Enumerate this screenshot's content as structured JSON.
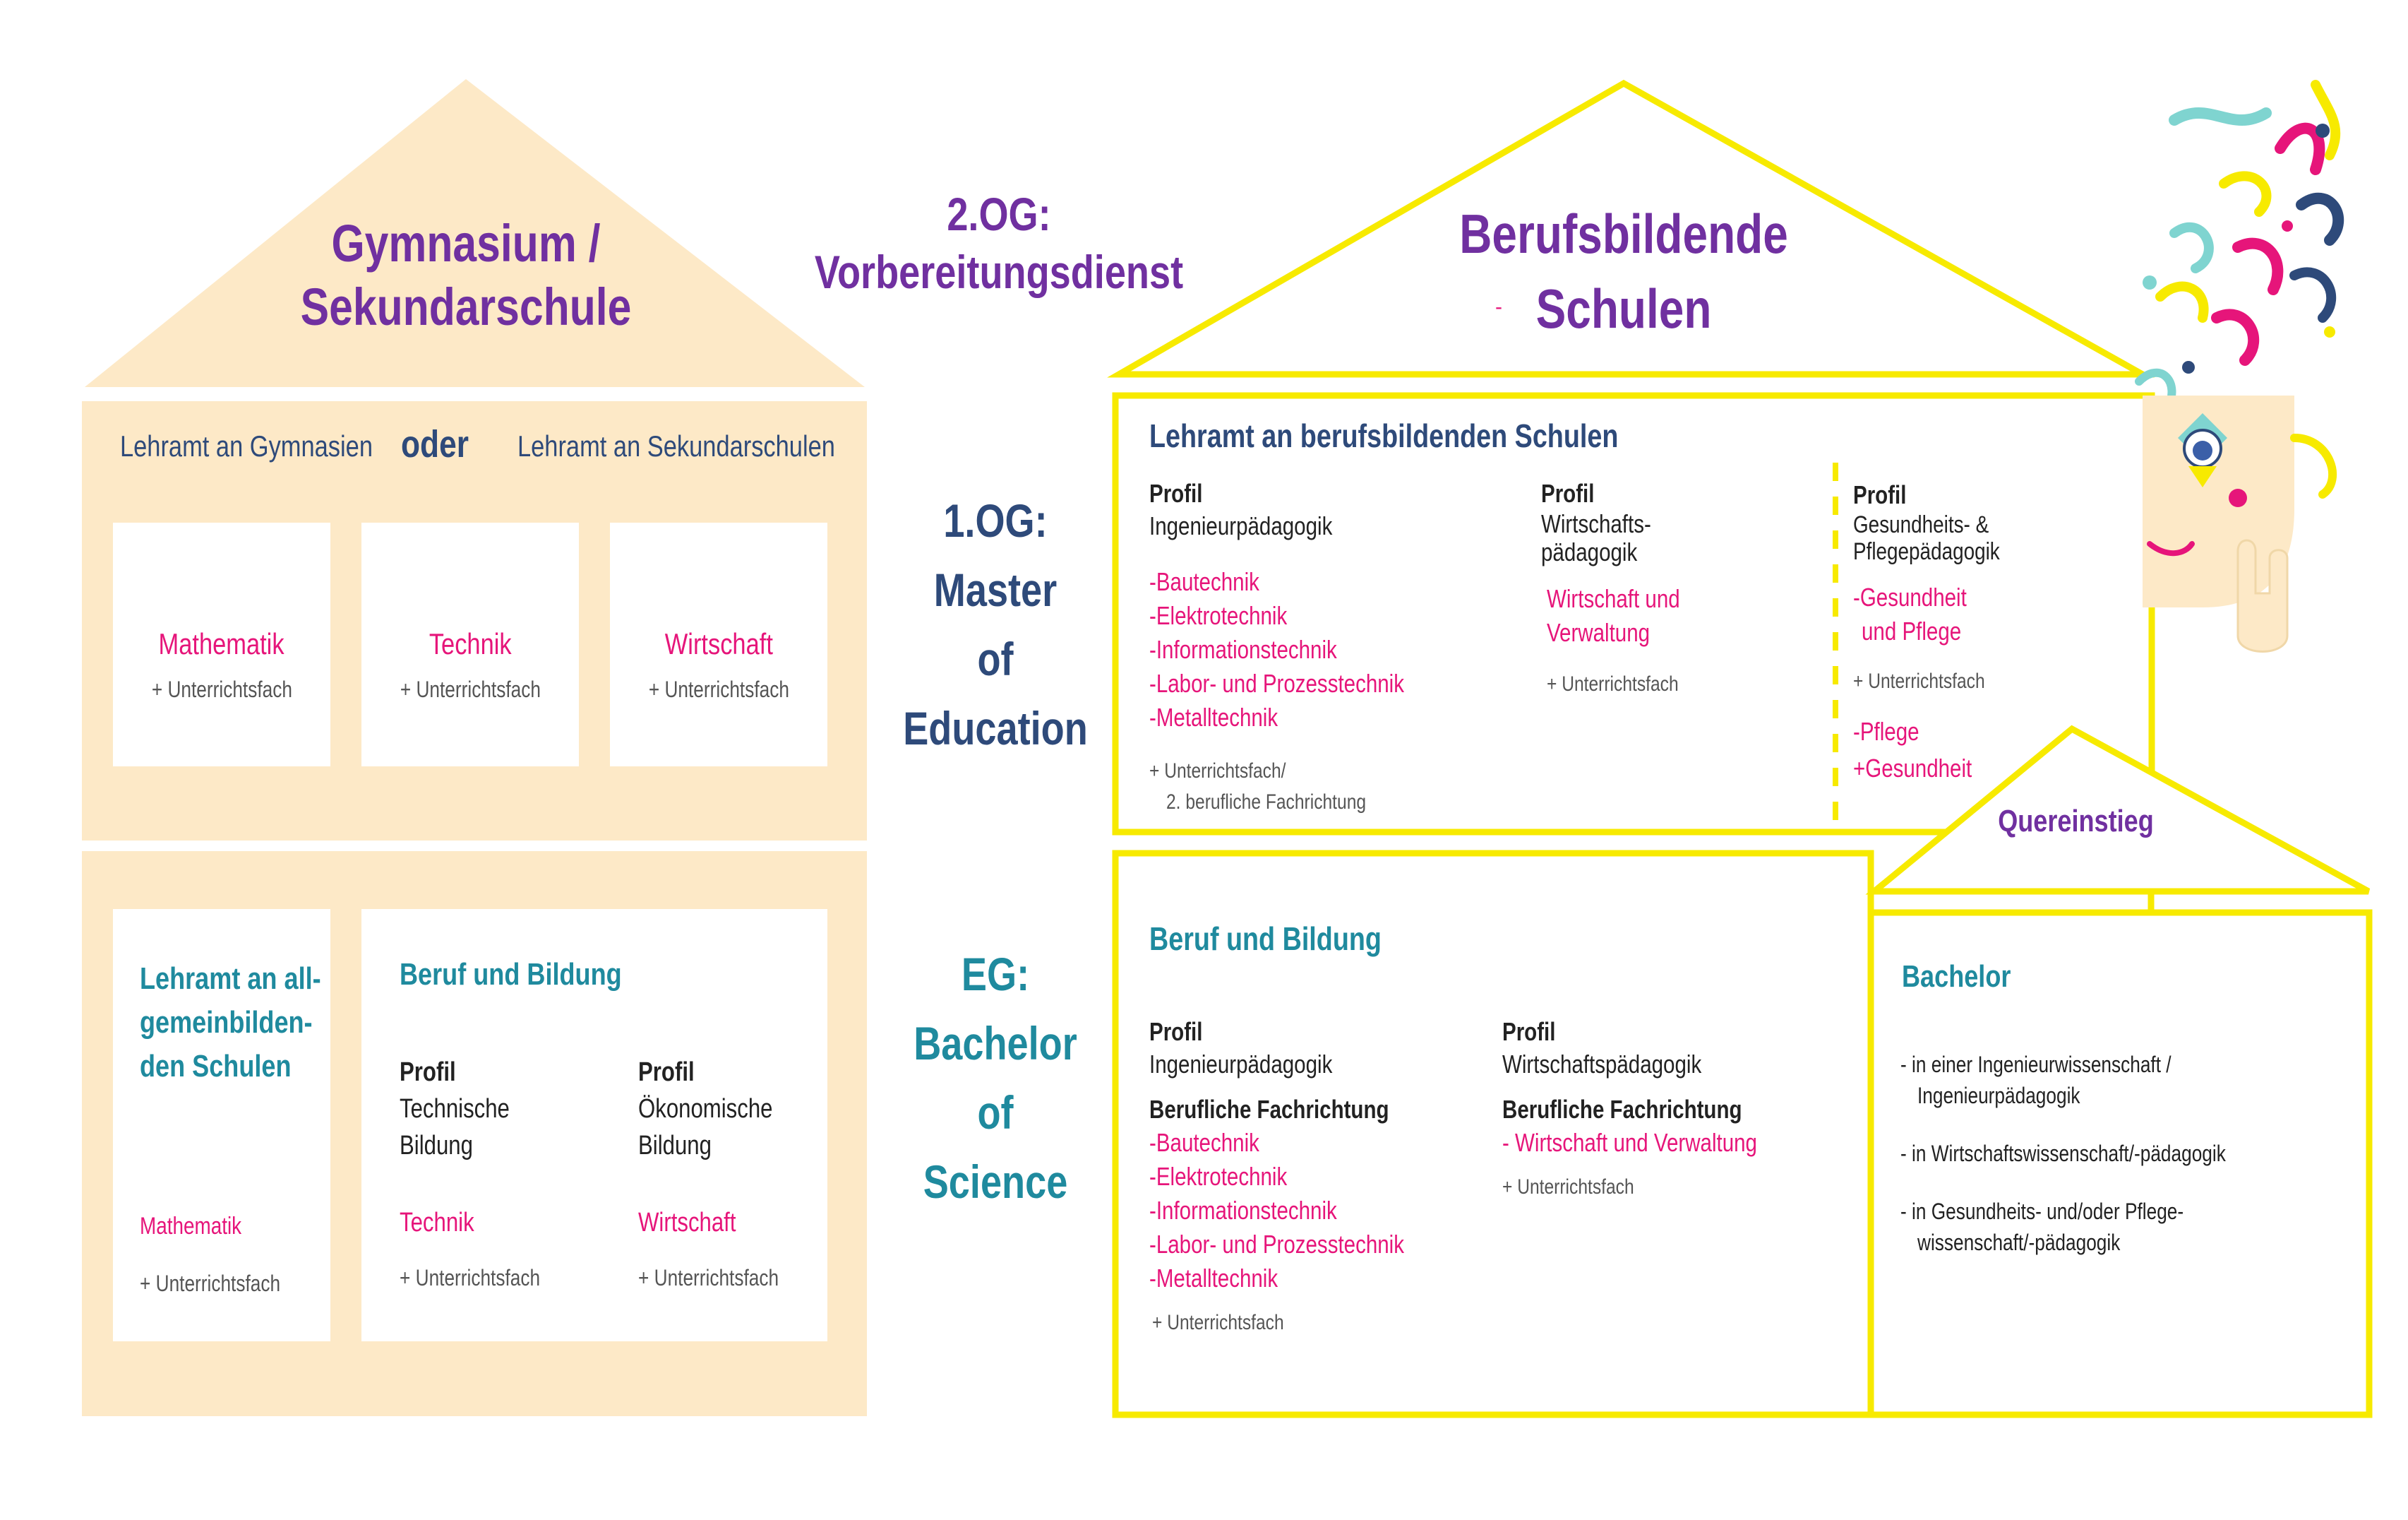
{
  "colors": {
    "cream": "#fde9c7",
    "yellow": "#f7ea00",
    "purple": "#7030a0",
    "navy": "#2e4a7a",
    "teal": "#1f8a9e",
    "pink": "#e6157a",
    "gray": "#555555"
  },
  "floors": {
    "og2": [
      "2.OG:",
      "Vorbereitungsdienst"
    ],
    "og1": [
      "1.OG:",
      "Master",
      "of",
      "Education"
    ],
    "eg": [
      "EG:",
      "Bachelor",
      "of",
      "Science"
    ]
  },
  "left_house": {
    "title": [
      "Gymnasium /",
      "Sekundarschule"
    ],
    "upper": {
      "left_label": "Lehramt an Gymnasien",
      "oder": "oder",
      "right_label": "Lehramt an Sekundarschulen",
      "cards": [
        {
          "subject": "Mathematik",
          "plus": "+ Unterrichtsfach"
        },
        {
          "subject": "Technik",
          "plus": "+ Unterrichtsfach"
        },
        {
          "subject": "Wirtschaft",
          "plus": "+ Unterrichtsfach"
        }
      ]
    },
    "lower": {
      "card1": {
        "title": [
          "Lehramt an all-",
          "gemeinbilden-",
          "den Schulen"
        ],
        "subject": "Mathematik",
        "plus": "+ Unterrichtsfach"
      },
      "card2": {
        "title": "Beruf und Bildung",
        "col1": {
          "profil": "Profil",
          "name": [
            "Technische",
            "Bildung"
          ],
          "subject": "Technik",
          "plus": "+ Unterrichtsfach"
        },
        "col2": {
          "profil": "Profil",
          "name": [
            "Ökonomische",
            "Bildung"
          ],
          "subject": "Wirtschaft",
          "plus": "+ Unterrichtsfach"
        }
      }
    }
  },
  "right_house": {
    "title": [
      "Berufsbildende",
      "Schulen"
    ],
    "title_dash": "-",
    "master": {
      "title": "Lehramt an berufsbildenden Schulen",
      "col1": {
        "profil": "Profil",
        "name": [
          "Ingenieurpädagogik"
        ],
        "items": [
          "-Bautechnik",
          "-Elektrotechnik",
          "-Informationstechnik",
          "-Labor- und Prozesstechnik",
          "-Metalltechnik"
        ],
        "plus": [
          "+ Unterrichtsfach/",
          "2. berufliche Fachrichtung"
        ]
      },
      "col2": {
        "profil": "Profil",
        "name": [
          "Wirtschafts-",
          "pädagogik"
        ],
        "items": [
          "Wirtschaft und",
          "Verwaltung"
        ],
        "plus": "+ Unterrichtsfach"
      },
      "col3": {
        "profil": "Profil",
        "name": [
          "Gesundheits- &",
          "Pflegepädagogik"
        ],
        "items": [
          "-Gesundheit",
          "und Pflege"
        ],
        "plus": "+ Unterrichtsfach",
        "items2": [
          "-Pflege",
          "+Gesundheit"
        ]
      }
    },
    "bachelor": {
      "title": "Beruf und Bildung",
      "col1": {
        "profil": "Profil",
        "name": "Ingenieurpädagogik",
        "fach_label": "Berufliche Fachrichtung",
        "items": [
          "-Bautechnik",
          "-Elektrotechnik",
          "-Informationstechnik",
          "-Labor- und Prozesstechnik",
          "-Metalltechnik"
        ],
        "plus": "+ Unterrichtsfach"
      },
      "col2": {
        "profil": "Profil",
        "name": "Wirtschaftspädagogik",
        "fach_label": "Berufliche Fachrichtung",
        "items": [
          "- Wirtschaft und Verwaltung"
        ],
        "plus": "+ Unterrichtsfach"
      }
    },
    "quereinstieg": {
      "title": "Quereinstieg",
      "bachelor_title": "Bachelor",
      "items": [
        [
          "- in einer Ingenieurwissenschaft /",
          "Ingenieurpädagogik"
        ],
        [
          "- in Wirtschaftswissenschaft/-pädagogik"
        ],
        [
          "- in Gesundheits- und/oder Pflege-",
          "wissenschaft/-pädagogik"
        ]
      ]
    }
  }
}
